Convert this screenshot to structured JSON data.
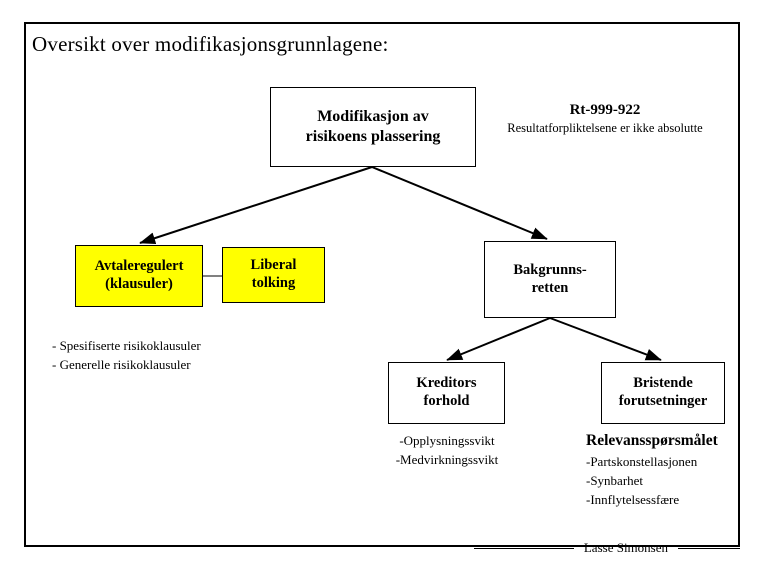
{
  "slide": {
    "title": "Oversikt over modifikasjonsgrunnlagene:",
    "footer_name": "Lasse Simonsen",
    "border_color": "#000000",
    "background": "#ffffff",
    "highlight_color": "#FFFF00"
  },
  "nodes": {
    "modifikasjon": {
      "line1": "Modifikasjon av",
      "line2": "risikoens plassering"
    },
    "avtaleregulert": {
      "line1": "Avtaleregulert",
      "line2": "(klausuler)"
    },
    "liberal": {
      "line1": "Liberal",
      "line2": "tolking"
    },
    "bakgrunnsretten": {
      "line1": "Bakgrunns-",
      "line2": "retten"
    },
    "kreditors": {
      "line1": "Kreditors",
      "line2": "forhold"
    },
    "bristende": {
      "line1": "Bristende",
      "line2": "forutsetninger"
    }
  },
  "case_reference": {
    "citation": "Rt-999-922",
    "summary": "Resultatforpliktelsene er ikke absolutte"
  },
  "notes": {
    "klausuler": [
      "- Spesifiserte risikoklausuler",
      "- Generelle risikoklausuler"
    ],
    "kreditors": [
      "-Opplysningssvikt",
      "-Medvirkningssvikt"
    ],
    "relevans": {
      "heading": "Relevansspørsmålet",
      "items": [
        "-Partskonstellasjonen",
        "-Synbarhet",
        "-Innflytelsessfære"
      ]
    }
  }
}
